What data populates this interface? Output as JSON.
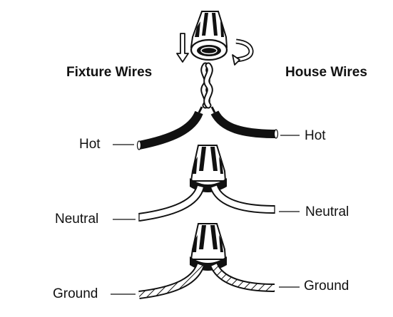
{
  "headers": {
    "fixture": "Fixture Wires",
    "house": "House Wires"
  },
  "labels": {
    "hot_left": "Hot",
    "hot_right": "Hot",
    "neutral_left": "Neutral",
    "neutral_right": "Neutral",
    "ground_left": "Ground",
    "ground_right": "Ground"
  },
  "icons": {
    "down_arrow": "arrow-down-icon",
    "rotate_arrow": "rotate-clockwise-icon",
    "wire_nut": "wire-nut-icon"
  },
  "colors": {
    "line": "#111111",
    "hot_wire": "#111111",
    "neutral_wire": "#ffffff",
    "background": "#ffffff"
  }
}
